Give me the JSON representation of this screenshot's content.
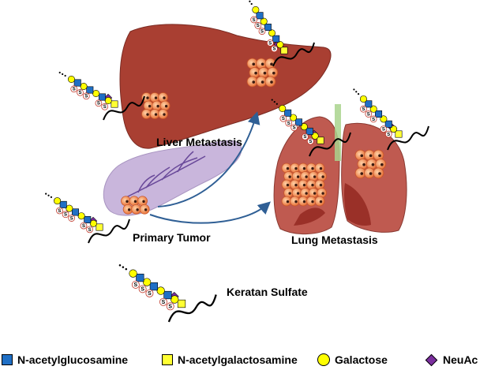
{
  "labels": {
    "liver": "Liver Metastasis",
    "primary": "Primary Tumor",
    "lung": "Lung Metastasis",
    "keratan": "Keratan Sulfate"
  },
  "legend": [
    {
      "label": "N-acetylglucosamine",
      "shape": "square",
      "color": "#1f6fc5"
    },
    {
      "label": "N-acetylgalactosamine",
      "shape": "square",
      "color": "#ffff33"
    },
    {
      "label": "Galactose",
      "shape": "circle",
      "color": "#ffff00"
    },
    {
      "label": "NeuAc",
      "shape": "diamond",
      "color": "#7b2f9e"
    }
  ],
  "glycan": {
    "sulfate_symbol": "S"
  },
  "colors": {
    "liver": "#a93f32",
    "lung": "#bf5a50",
    "pancreas": "#c9b6dc",
    "tumor_cell": "#f08a50",
    "arrow": "#2f5f95",
    "trachea": "#a9d38d"
  }
}
